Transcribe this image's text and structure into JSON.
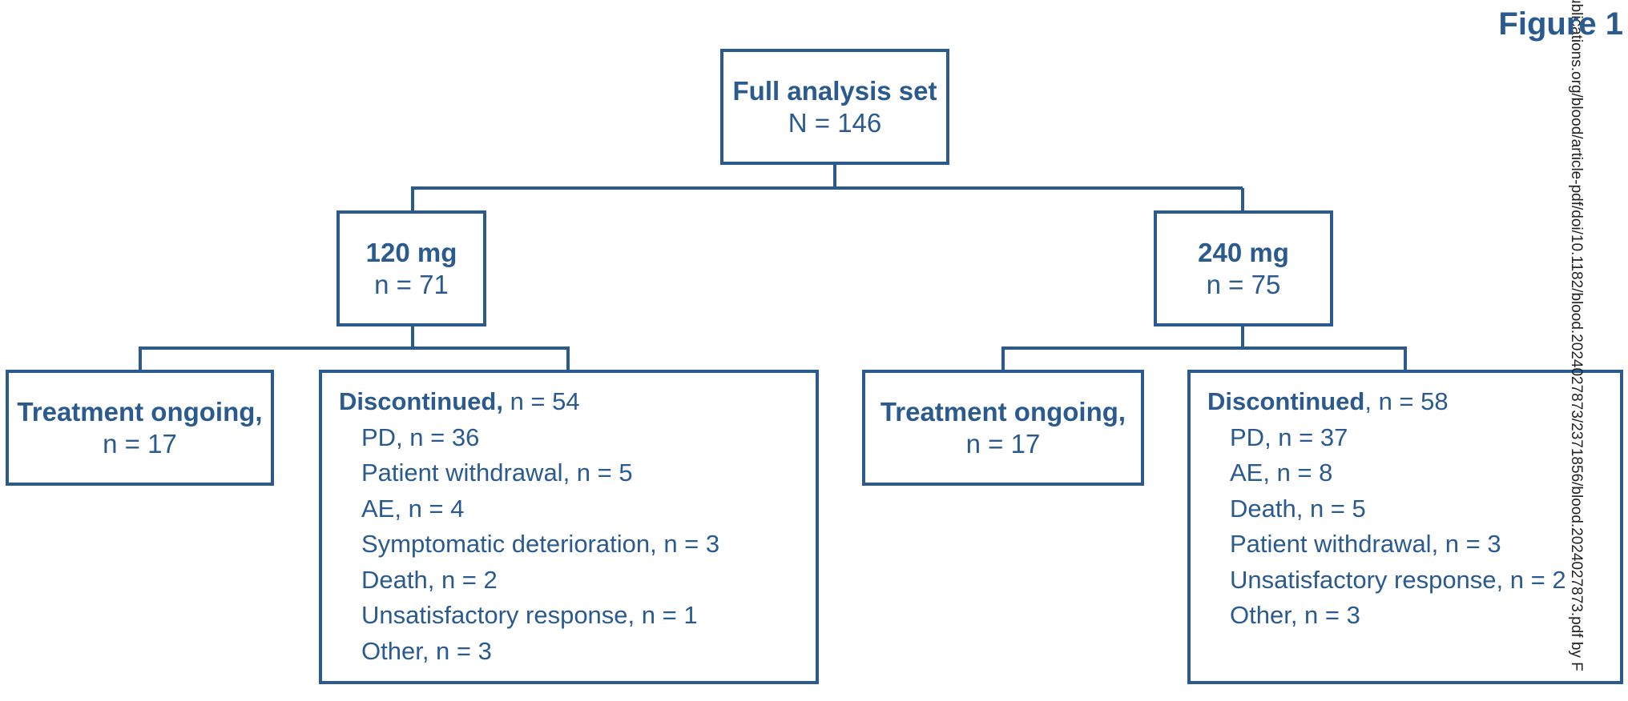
{
  "figure_label": "Figure 1",
  "root": {
    "title": "Full analysis set",
    "count": "N = 146"
  },
  "arm_120": {
    "title": "120 mg",
    "count": "n = 71",
    "ongoing": {
      "title": "Treatment ongoing,",
      "count": "n = 17"
    },
    "discontinued": {
      "label": "Discontinued,",
      "count": " n = 54",
      "reasons": [
        "PD, n = 36",
        "Patient withdrawal, n = 5",
        "AE, n = 4",
        "Symptomatic deterioration, n = 3",
        "Death, n = 2",
        "Unsatisfactory response, n = 1",
        "Other, n = 3"
      ]
    }
  },
  "arm_240": {
    "title": "240 mg",
    "count": "n = 75",
    "ongoing": {
      "title": "Treatment ongoing,",
      "count": "n = 17"
    },
    "discontinued": {
      "label": "Discontinued",
      "count": ", n = 58",
      "reasons": [
        "PD, n = 37",
        "AE, n = 8",
        "Death, n = 5",
        "Patient withdrawal, n = 3",
        "Unsatisfactory response, n = 2",
        "Other, n = 3"
      ]
    }
  },
  "watermark": "ublications.org/blood/article-pdf/doi/10.1182/blood.2024027873/2371856/blood.2024027873.pdf by F",
  "colors": {
    "primary": "#2a5a8e"
  }
}
